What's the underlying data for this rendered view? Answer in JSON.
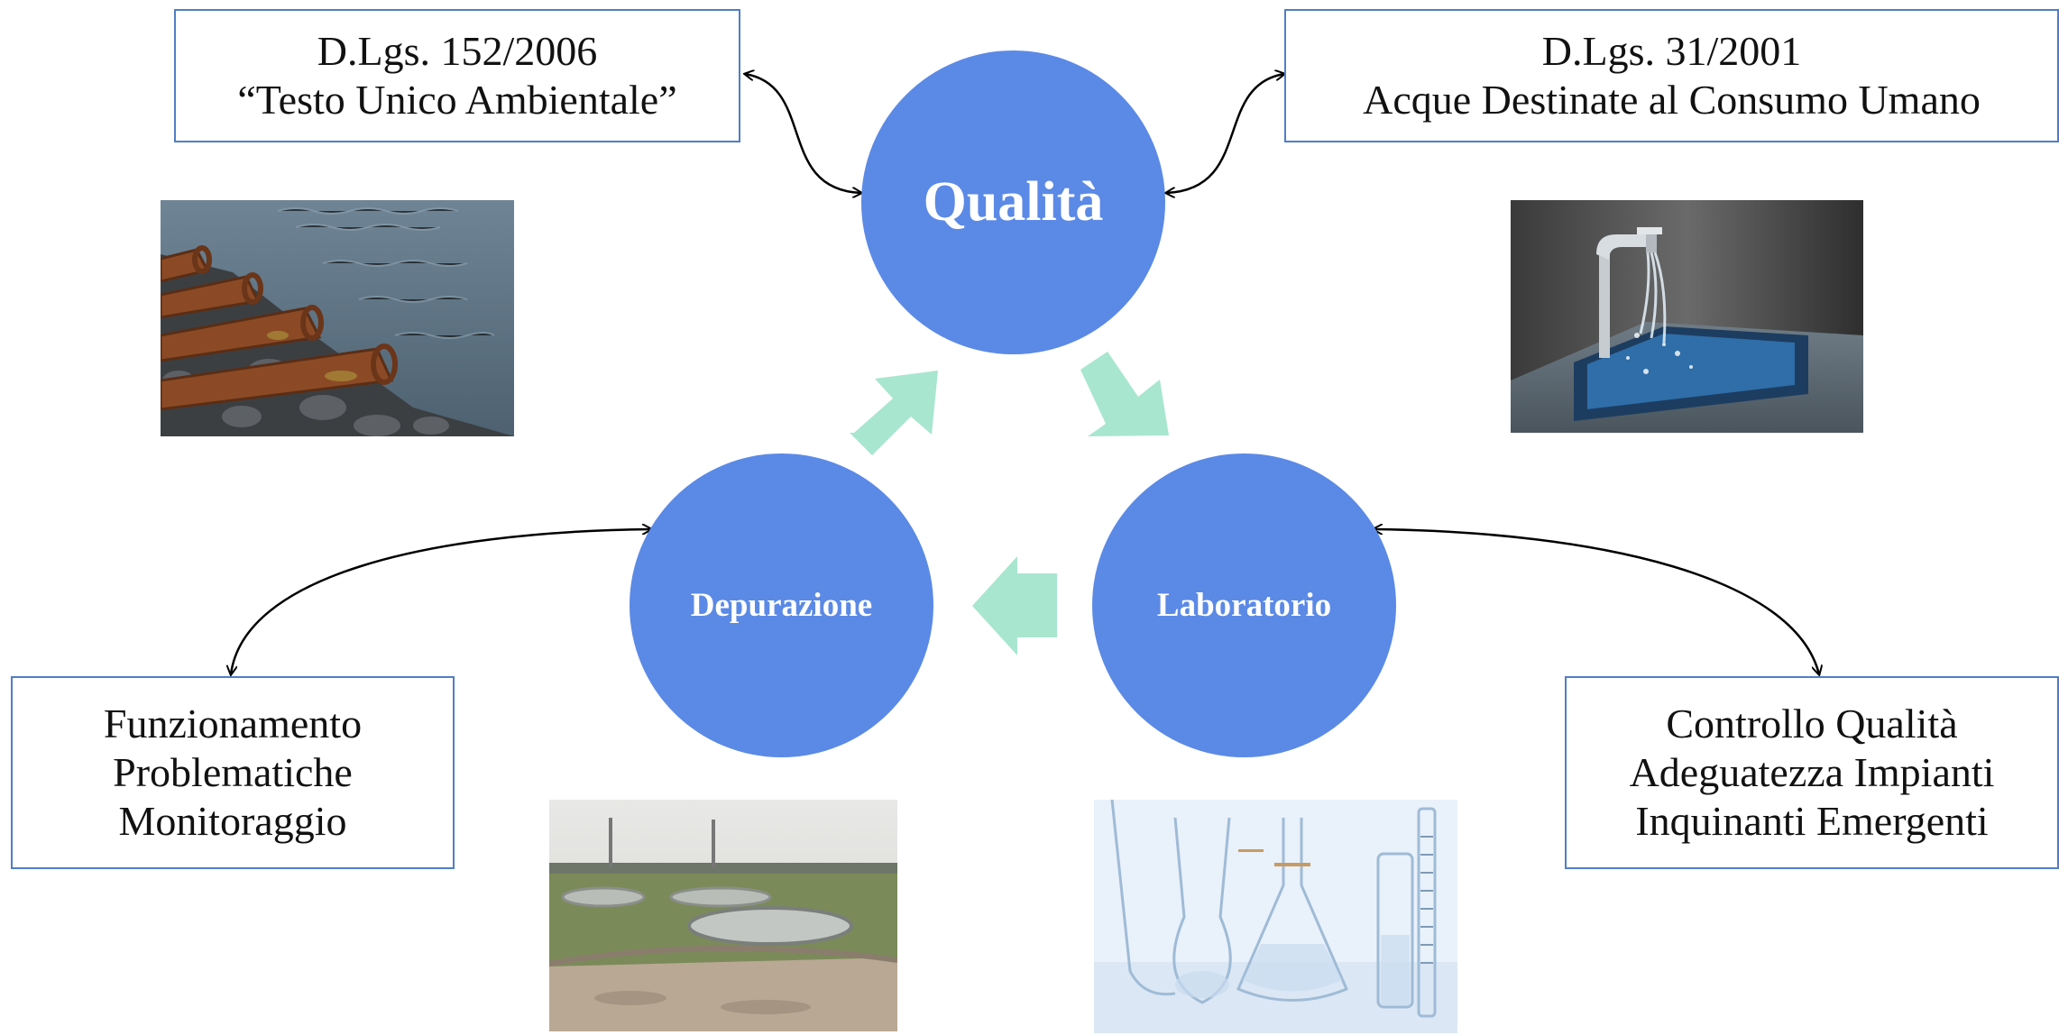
{
  "center": {
    "label": "Qualità"
  },
  "left_node": {
    "label": "Depurazione"
  },
  "right_node": {
    "label": "Laboratorio"
  },
  "box_top_left": {
    "line1": "D.Lgs. 152/2006",
    "line2": "“Testo Unico Ambientale”"
  },
  "box_top_right": {
    "line1": "D.Lgs. 31/2001",
    "line2": "Acque Destinate al Consumo Umano"
  },
  "box_bottom_left": {
    "lines": [
      "Funzionamento",
      "Problematiche",
      "Monitoraggio"
    ]
  },
  "box_bottom_right": {
    "lines": [
      "Controllo Qualità",
      "Adeguatezza Impianti",
      "Inquinanti Emergenti"
    ]
  },
  "images": {
    "top_left": "photo-discharge-pipes",
    "top_right": "photo-water-tap",
    "bottom_left": "photo-treatment-plant",
    "bottom_right": "photo-lab-glassware"
  },
  "colors": {
    "circle": "#5b89e6",
    "cycle_arrow": "#a8e6cf",
    "box_border": "#4f7ec8"
  }
}
